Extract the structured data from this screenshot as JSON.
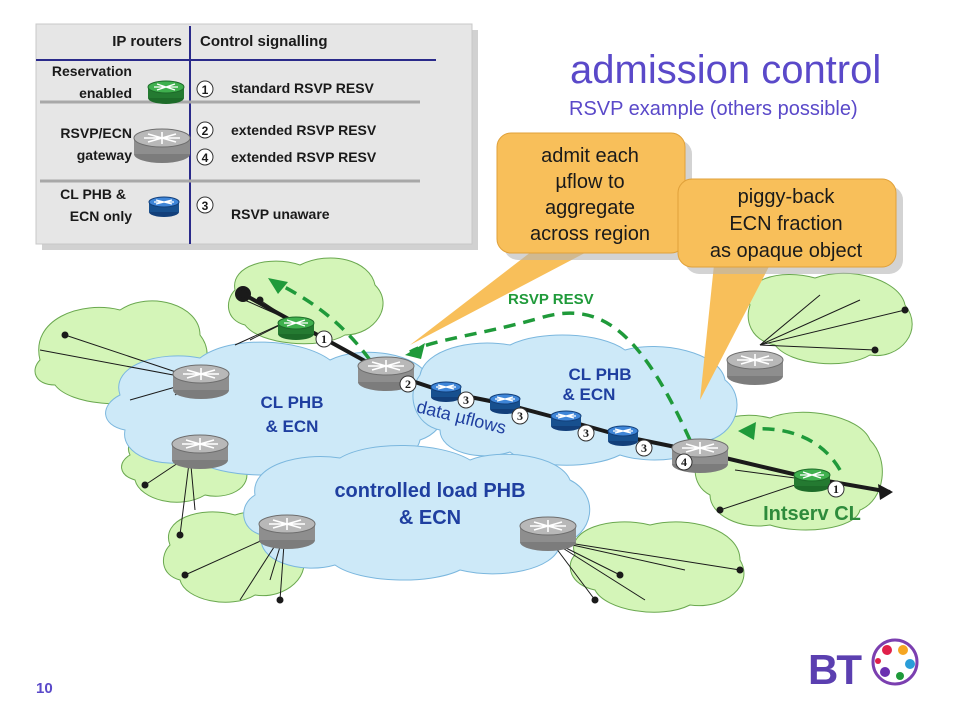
{
  "title": "admission control",
  "subtitle": "RSVP example (others possible)",
  "slide_number": "10",
  "logo_text": "BT",
  "legend": {
    "header_routers": "IP routers",
    "header_signalling": "Control signalling",
    "rows": [
      {
        "label_line1": "Reservation",
        "label_line2": "enabled",
        "num": "1",
        "sig": "standard RSVP RESV"
      },
      {
        "label_line1": "RSVP/ECN",
        "label_line2": "gateway",
        "num": "2",
        "sig": "extended RSVP RESV",
        "num_b": "4",
        "sig_b": "extended RSVP RESV"
      },
      {
        "label_line1": "CL PHB &",
        "label_line2": "ECN only",
        "num": "3",
        "sig": "RSVP unaware"
      }
    ]
  },
  "callouts": {
    "admit": [
      "admit each",
      "µflow to",
      "aggregate",
      "across region"
    ],
    "piggy": [
      "piggy-back",
      "ECN fraction",
      "as opaque object"
    ]
  },
  "labels": {
    "rsvp_resv": "RSVP RESV",
    "cloud_left_1": "CL PHB",
    "cloud_left_2": "& ECN",
    "cloud_right_1": "CL PHB",
    "cloud_right_2": "& ECN",
    "data_flows": "data µflows",
    "bottom_cloud_1": "controlled load PHB",
    "bottom_cloud_2": "& ECN",
    "intserv": "Intserv CL"
  },
  "markers": {
    "m1_left": "1",
    "m2": "2",
    "m3a": "3",
    "m3b": "3",
    "m3c": "3",
    "m3d": "3",
    "m4": "4",
    "m1_right": "1"
  },
  "colors": {
    "title": "#5a49c9",
    "cloud_light_blue": "#cde9f8",
    "cloud_light_green": "#d4f5b8",
    "callout_orange": "#f8bf5a",
    "router_gray": "#9a9a9a",
    "router_green": "#2e8b3c",
    "router_blue": "#1f5fb0",
    "dashed_green": "#1f9a3a",
    "legend_bg": "#e6e6e6",
    "legend_line": "#2a2a8a"
  }
}
